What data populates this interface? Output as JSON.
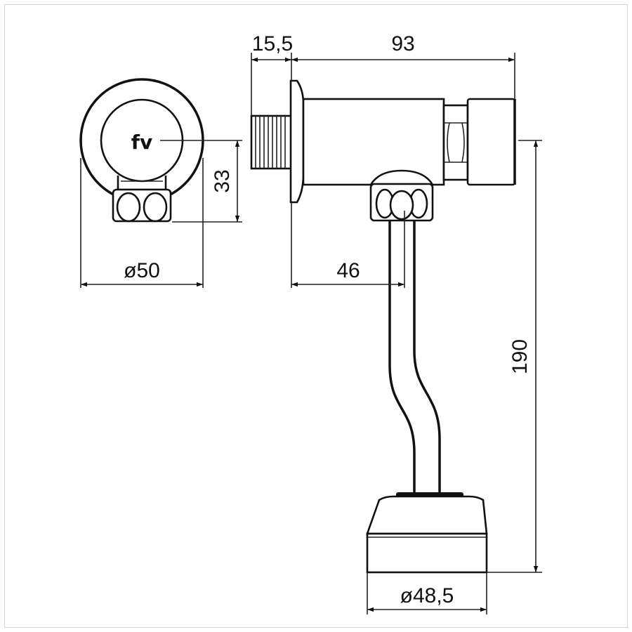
{
  "drawing": {
    "logo_text": "fv",
    "dimensions": {
      "front_diameter": "ø50",
      "front_height": "33",
      "flange_thickness": "15,5",
      "body_length": "93",
      "outlet_offset": "46",
      "total_height": "190",
      "spreader_diameter": "ø48,5"
    }
  }
}
